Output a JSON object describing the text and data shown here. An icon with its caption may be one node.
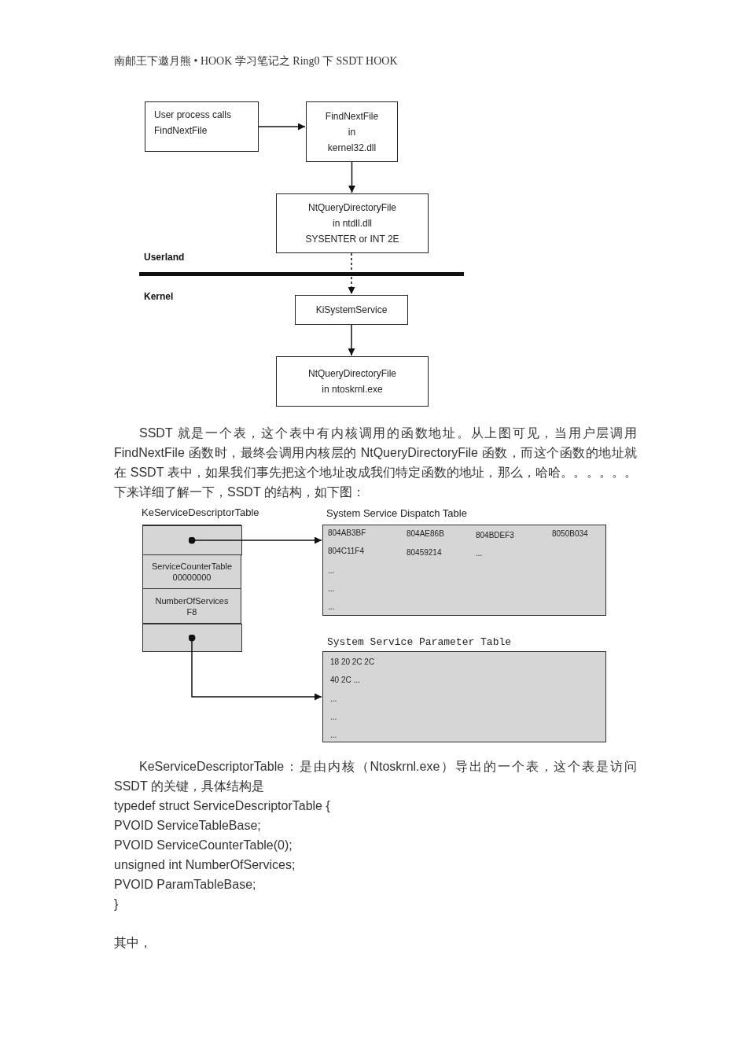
{
  "diagram": {
    "title": "南邮王下邀月熊 • HOOK 学习笔记之 Ring0 下 SSDT HOOK",
    "nodes": [
      {
        "text": [
          "User process calls FindNextFile"
        ]
      },
      {
        "text": [
          "FindNextFile in kernel32.dll"
        ]
      },
      {
        "text": [
          "NtQueryDirectoryFile in ntdll.dll",
          "SYSENTER or INT 2E"
        ]
      },
      {
        "text": [
          "KiSystemService"
        ]
      },
      {
        "text": [
          "NtQueryDirectoryFile in ntoskrnl.exe"
        ]
      },
      {
        "text": [
          "KeServiceDescriptorTable"
        ]
      },
      {
        "text": [],
        "shape": "box",
        "in": 5
      },
      {
        "text": [
          "ServiceCounterTable",
          "00000000"
        ],
        "in": 5
      },
      {
        "text": [
          "NumberOfServices",
          "F8"
        ],
        "in": 5
      },
      {
        "text": [],
        "shape": "box",
        "in": 5
      },
      {
        "text": [
          "System Service Dispatch Table",
          "804AB3BF",
          "804AE86B",
          "804BDEF3",
          "8050B034",
          "804C11F4",
          "80459214",
          "...",
          "...",
          "...",
          "..."
        ]
      },
      {
        "text": [
          "System Service Parameter Table",
          "18 20 2C 2C",
          "40 2C ...",
          "...",
          "...",
          "..."
        ]
      }
    ],
    "edges": [
      {
        "from": 0,
        "to": 1,
        "arrow": "to"
      },
      {
        "from": 1,
        "to": 2,
        "arrow": "to"
      },
      {
        "from": 2,
        "to": 3,
        "arrow": "to",
        "style": "dashed"
      },
      {
        "from": 3,
        "to": 4,
        "arrow": "to"
      },
      {
        "from": 6,
        "to": 10,
        "arrow": "to"
      },
      {
        "from": 9,
        "to": 11,
        "arrow": "to"
      }
    ],
    "labels": [
      "Userland",
      "Kernel",
      "SSDT 就是一个表，这个表中有内核调用的函数地址。从上图可见，当用户层调用 FindNextFile 函数时，最终会调用内核层的 NtQueryDirectoryFile 函数，而这个函数的地址就在 SSDT 表中，如果我们事先把这个地址改成我们特定函数的地址，那么，哈哈。。。。。。下来详细了解一下，SSDT 的结构，如下图：",
      "KeServiceDescriptorTable：是由内核（Ntoskrnl.exe）导出的一个表，这个表是访问 SSDT 的关键，具体结构是",
      "typedef struct ServiceDescriptorTable {",
      "PVOID ServiceTableBase;",
      "PVOID ServiceCounterTable(0);",
      "unsigned int NumberOfServices;",
      "PVOID ParamTableBase;",
      "}",
      "其中，"
    ]
  }
}
